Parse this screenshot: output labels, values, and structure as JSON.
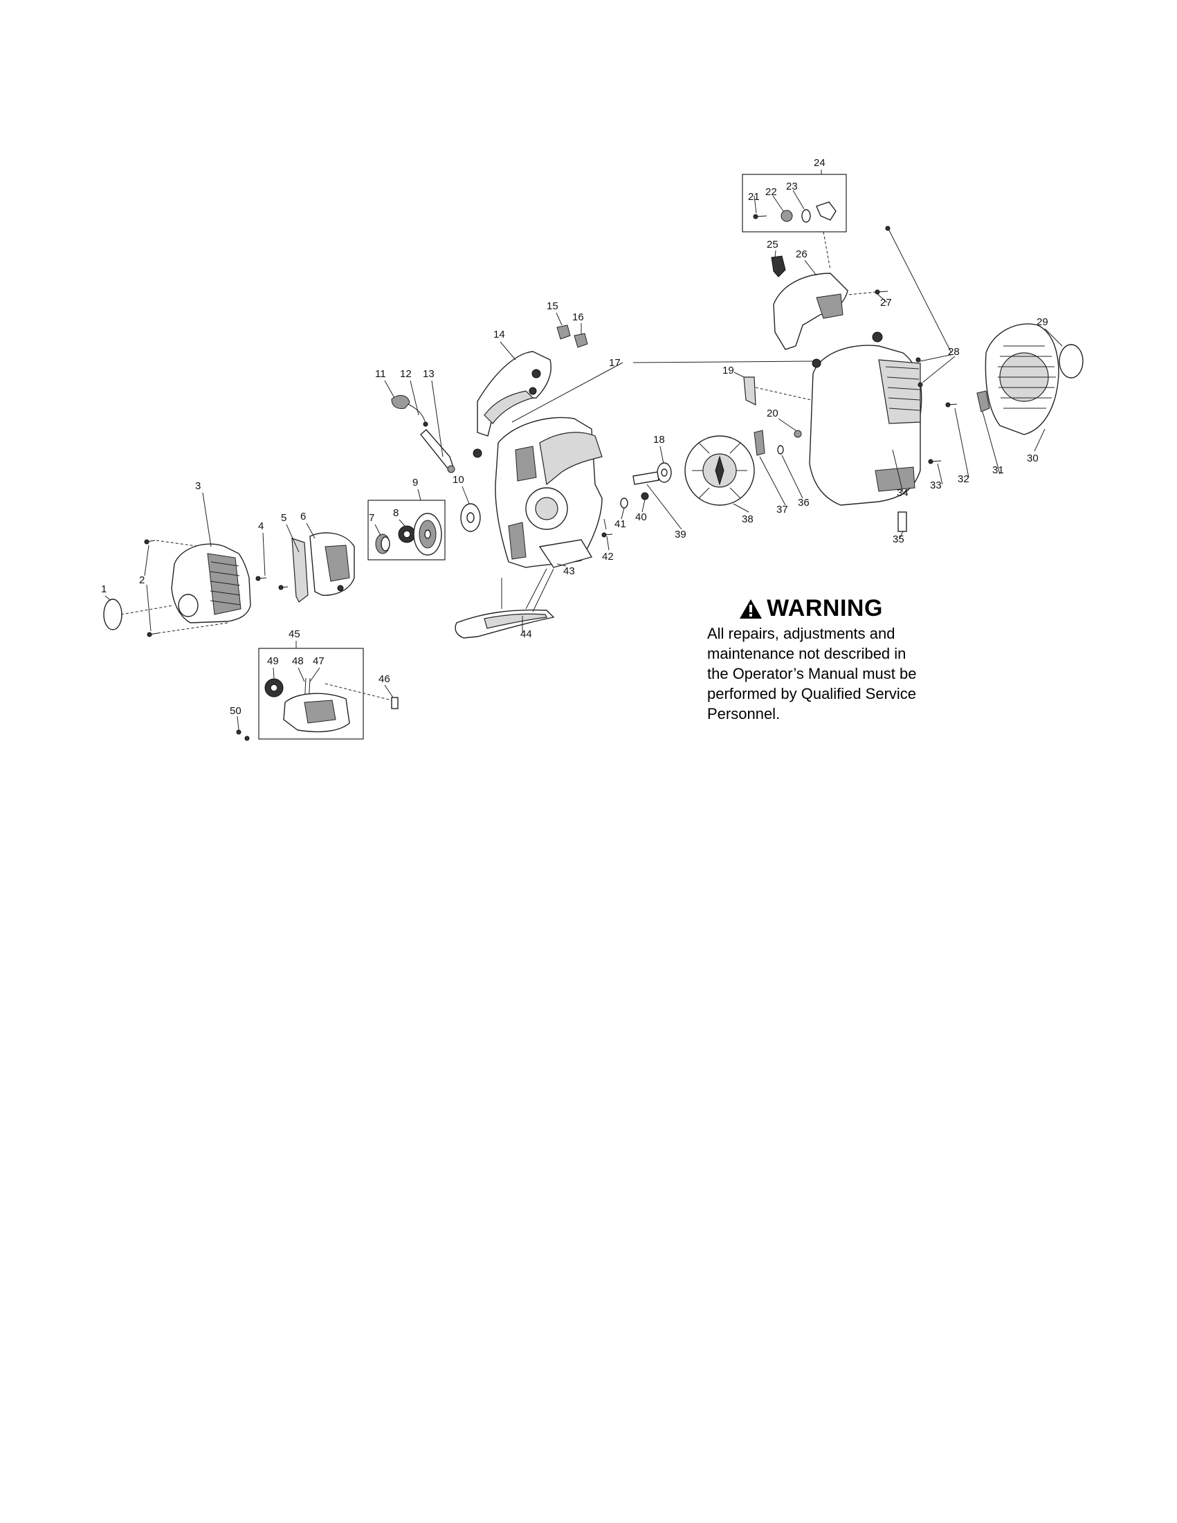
{
  "callouts": [
    {
      "id": "1",
      "label": "1"
    },
    {
      "id": "2",
      "label": "2"
    },
    {
      "id": "3",
      "label": "3"
    },
    {
      "id": "4",
      "label": "4"
    },
    {
      "id": "5",
      "label": "5"
    },
    {
      "id": "6",
      "label": "6"
    },
    {
      "id": "7",
      "label": "7"
    },
    {
      "id": "8",
      "label": "8"
    },
    {
      "id": "9",
      "label": "9"
    },
    {
      "id": "10",
      "label": "10"
    },
    {
      "id": "11",
      "label": "11"
    },
    {
      "id": "12",
      "label": "12"
    },
    {
      "id": "13",
      "label": "13"
    },
    {
      "id": "14",
      "label": "14"
    },
    {
      "id": "15",
      "label": "15"
    },
    {
      "id": "16",
      "label": "16"
    },
    {
      "id": "17",
      "label": "17"
    },
    {
      "id": "18",
      "label": "18"
    },
    {
      "id": "19",
      "label": "19"
    },
    {
      "id": "20",
      "label": "20"
    },
    {
      "id": "21",
      "label": "21"
    },
    {
      "id": "22",
      "label": "22"
    },
    {
      "id": "23",
      "label": "23"
    },
    {
      "id": "24",
      "label": "24"
    },
    {
      "id": "25",
      "label": "25"
    },
    {
      "id": "26",
      "label": "26"
    },
    {
      "id": "27",
      "label": "27"
    },
    {
      "id": "28",
      "label": "28"
    },
    {
      "id": "29",
      "label": "29"
    },
    {
      "id": "30",
      "label": "30"
    },
    {
      "id": "31",
      "label": "31"
    },
    {
      "id": "32",
      "label": "32"
    },
    {
      "id": "33",
      "label": "33"
    },
    {
      "id": "34",
      "label": "34"
    },
    {
      "id": "35",
      "label": "35"
    },
    {
      "id": "36",
      "label": "36"
    },
    {
      "id": "37",
      "label": "37"
    },
    {
      "id": "38",
      "label": "38"
    },
    {
      "id": "39",
      "label": "39"
    },
    {
      "id": "40",
      "label": "40"
    },
    {
      "id": "41",
      "label": "41"
    },
    {
      "id": "42",
      "label": "42"
    },
    {
      "id": "43",
      "label": "43"
    },
    {
      "id": "44",
      "label": "44"
    },
    {
      "id": "45",
      "label": "45"
    },
    {
      "id": "46",
      "label": "46"
    },
    {
      "id": "47",
      "label": "47"
    },
    {
      "id": "48",
      "label": "48"
    },
    {
      "id": "49",
      "label": "49"
    },
    {
      "id": "50",
      "label": "50"
    }
  ],
  "warning": {
    "icon": "warning-triangle-icon",
    "heading": "WARNING",
    "lines": [
      "All repairs, adjustments and",
      "maintenance not described in",
      "the Operator’s Manual must be",
      "performed by Qualified Service",
      "Personnel."
    ]
  }
}
